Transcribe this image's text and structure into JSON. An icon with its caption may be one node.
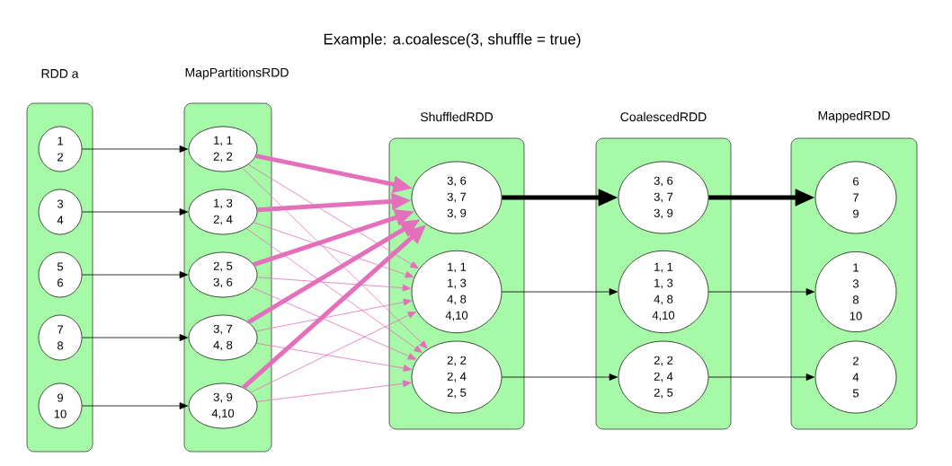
{
  "diagram": {
    "title": "Example: a.coalesce(3, shuffle = true)",
    "nodes": [
      {
        "text": [
          "RDD a"
        ]
      },
      {
        "text": [
          "1",
          "2"
        ],
        "in": 0
      },
      {
        "text": [
          "3",
          "4"
        ],
        "in": 0
      },
      {
        "text": [
          "5",
          "6"
        ],
        "in": 0
      },
      {
        "text": [
          "7",
          "8"
        ],
        "in": 0
      },
      {
        "text": [
          "9",
          "10"
        ],
        "in": 0
      },
      {
        "text": [
          "MapPartitionsRDD"
        ]
      },
      {
        "text": [
          "1, 1",
          "2, 2"
        ],
        "in": 6
      },
      {
        "text": [
          "1, 3",
          "2, 4"
        ],
        "in": 6
      },
      {
        "text": [
          "2, 5",
          "3, 6"
        ],
        "in": 6
      },
      {
        "text": [
          "3, 7",
          "4, 8"
        ],
        "in": 6
      },
      {
        "text": [
          "3, 9",
          "4,10"
        ],
        "in": 6
      },
      {
        "text": [
          "ShuffledRDD"
        ]
      },
      {
        "text": [
          "3, 6",
          "3, 7",
          "3, 9"
        ],
        "in": 12
      },
      {
        "text": [
          "1, 1",
          "1, 3",
          "4, 8",
          "4,10"
        ],
        "in": 12
      },
      {
        "text": [
          "2, 2",
          "2, 4",
          "2, 5"
        ],
        "in": 12
      },
      {
        "text": [
          "CoalescedRDD"
        ]
      },
      {
        "text": [
          "3, 6",
          "3, 7",
          "3, 9"
        ],
        "in": 16
      },
      {
        "text": [
          "1, 1",
          "1, 3",
          "4, 8",
          "4,10"
        ],
        "in": 16
      },
      {
        "text": [
          "2, 2",
          "2, 4",
          "2, 5"
        ],
        "in": 16
      },
      {
        "text": [
          "MappedRDD"
        ]
      },
      {
        "text": [
          "6",
          "7",
          "9"
        ],
        "in": 20
      },
      {
        "text": [
          "1",
          "3",
          "8",
          "10"
        ],
        "in": 20
      },
      {
        "text": [
          "2",
          "4",
          "5"
        ],
        "in": 20
      }
    ],
    "edges": [
      {
        "from": 1,
        "to": 7,
        "arrow": "to",
        "color": "#000000"
      },
      {
        "from": 2,
        "to": 8,
        "arrow": "to",
        "color": "#000000"
      },
      {
        "from": 3,
        "to": 9,
        "arrow": "to",
        "color": "#000000"
      },
      {
        "from": 4,
        "to": 10,
        "arrow": "to",
        "color": "#000000"
      },
      {
        "from": 5,
        "to": 11,
        "arrow": "to",
        "color": "#000000"
      },
      {
        "from": 7,
        "to": 13,
        "arrow": "to",
        "style": "thick"
      },
      {
        "from": 8,
        "to": 13,
        "arrow": "to",
        "style": "thick"
      },
      {
        "from": 9,
        "to": 13,
        "arrow": "to",
        "style": "thick"
      },
      {
        "from": 10,
        "to": 13,
        "arrow": "to",
        "style": "thick"
      },
      {
        "from": 11,
        "to": 13,
        "arrow": "to",
        "style": "thick"
      },
      {
        "from": 7,
        "to": 14,
        "arrow": "to"
      },
      {
        "from": 7,
        "to": 15,
        "arrow": "to"
      },
      {
        "from": 8,
        "to": 14,
        "arrow": "to"
      },
      {
        "from": 8,
        "to": 15,
        "arrow": "to"
      },
      {
        "from": 9,
        "to": 14,
        "arrow": "to"
      },
      {
        "from": 9,
        "to": 15,
        "arrow": "to"
      },
      {
        "from": 10,
        "to": 14,
        "arrow": "to"
      },
      {
        "from": 10,
        "to": 15,
        "arrow": "to"
      },
      {
        "from": 11,
        "to": 14,
        "arrow": "to"
      },
      {
        "from": 11,
        "to": 15,
        "arrow": "to"
      },
      {
        "from": 13,
        "to": 17,
        "arrow": "to",
        "style": "thick",
        "color": "#000000"
      },
      {
        "from": 14,
        "to": 18,
        "arrow": "to",
        "color": "#000000"
      },
      {
        "from": 15,
        "to": 19,
        "arrow": "to",
        "color": "#000000"
      },
      {
        "from": 17,
        "to": 21,
        "arrow": "to",
        "style": "thick",
        "color": "#000000"
      },
      {
        "from": 18,
        "to": 22,
        "arrow": "to",
        "color": "#000000"
      },
      {
        "from": 19,
        "to": 23,
        "arrow": "to",
        "color": "#000000"
      }
    ]
  }
}
